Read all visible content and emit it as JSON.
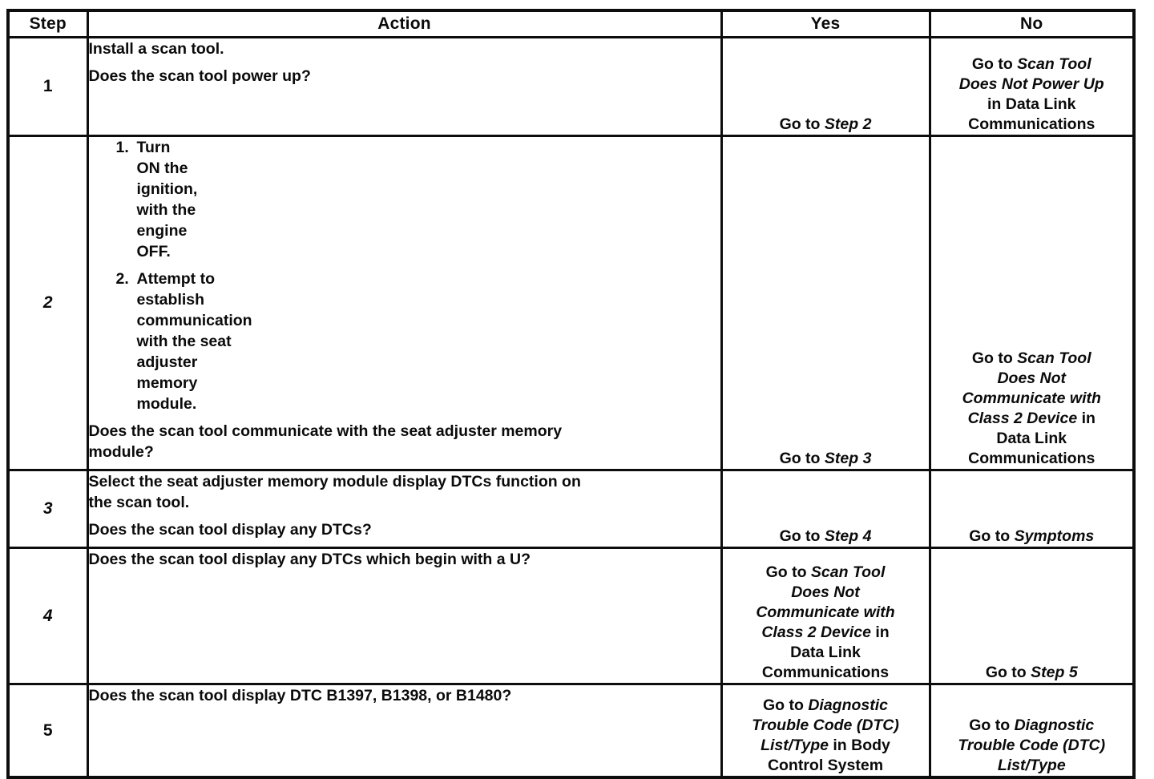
{
  "colors": {
    "background": "#ffffff",
    "text": "#0b0b0b",
    "border": "#0d0d0d"
  },
  "table": {
    "columns": [
      {
        "label": "Step"
      },
      {
        "label": "Action"
      },
      {
        "label": "Yes"
      },
      {
        "label": "No"
      }
    ],
    "rows": [
      {
        "step": "1",
        "step_italic": false,
        "action": [
          {
            "kind": "p",
            "lines": [
              "Install a scan tool."
            ]
          },
          {
            "kind": "p",
            "lines": [
              "Does the scan tool power up?"
            ]
          }
        ],
        "yes": [
          [
            {
              "t": "Go to ",
              "i": false
            },
            {
              "t": "Step 2",
              "i": true
            }
          ]
        ],
        "no": [
          [
            {
              "t": "Go to ",
              "i": false
            },
            {
              "t": "Scan Tool",
              "i": true
            }
          ],
          [
            {
              "t": "Does Not Power Up",
              "i": true
            }
          ],
          [
            {
              "t": "in Data Link",
              "i": false
            }
          ],
          [
            {
              "t": "Communications",
              "i": false
            }
          ]
        ]
      },
      {
        "step": "2",
        "step_italic": true,
        "action": [
          {
            "kind": "num",
            "n": "1.",
            "lines": [
              "Turn ON the ignition, with the engine OFF."
            ]
          },
          {
            "kind": "num",
            "n": "2.",
            "lines": [
              "Attempt to establish communication with the seat adjuster",
              "memory module."
            ]
          },
          {
            "kind": "p",
            "lines": [
              "Does the scan tool communicate with the seat adjuster memory",
              "module?"
            ]
          }
        ],
        "yes": [
          [
            {
              "t": "Go to ",
              "i": false
            },
            {
              "t": "Step 3",
              "i": true
            }
          ]
        ],
        "no": [
          [
            {
              "t": "Go to ",
              "i": false
            },
            {
              "t": "Scan Tool",
              "i": true
            }
          ],
          [
            {
              "t": "Does Not",
              "i": true
            }
          ],
          [
            {
              "t": "Communicate with",
              "i": true
            }
          ],
          [
            {
              "t": "Class 2 Device",
              "i": true
            },
            {
              "t": " in",
              "i": false
            }
          ],
          [
            {
              "t": "Data Link",
              "i": false
            }
          ],
          [
            {
              "t": "Communications",
              "i": false
            }
          ]
        ]
      },
      {
        "step": "3",
        "step_italic": true,
        "action": [
          {
            "kind": "p",
            "lines": [
              "Select the seat adjuster memory module display DTCs function on",
              "the scan tool."
            ]
          },
          {
            "kind": "p",
            "lines": [
              "Does the scan tool display any DTCs?"
            ]
          }
        ],
        "yes": [
          [
            {
              "t": "Go to ",
              "i": false
            },
            {
              "t": "Step 4",
              "i": true
            }
          ]
        ],
        "no": [
          [
            {
              "t": "Go to ",
              "i": false
            },
            {
              "t": "Symptoms",
              "i": true
            }
          ]
        ]
      },
      {
        "step": "4",
        "step_italic": true,
        "action": [
          {
            "kind": "p",
            "lines": [
              "Does the scan tool display any DTCs which begin with a U?"
            ]
          }
        ],
        "yes": [
          [
            {
              "t": "Go to ",
              "i": false
            },
            {
              "t": "Scan Tool",
              "i": true
            }
          ],
          [
            {
              "t": "Does Not",
              "i": true
            }
          ],
          [
            {
              "t": "Communicate with",
              "i": true
            }
          ],
          [
            {
              "t": "Class 2 Device",
              "i": true
            },
            {
              "t": " in",
              "i": false
            }
          ],
          [
            {
              "t": "Data Link",
              "i": false
            }
          ],
          [
            {
              "t": "Communications",
              "i": false
            }
          ]
        ],
        "no": [
          [
            {
              "t": "Go to ",
              "i": false
            },
            {
              "t": "Step 5",
              "i": true
            }
          ]
        ]
      },
      {
        "step": "5",
        "step_italic": false,
        "action": [
          {
            "kind": "p",
            "lines": [
              "Does the scan tool display DTC B1397, B1398, or B1480?"
            ]
          }
        ],
        "yes": [
          [
            {
              "t": "Go to ",
              "i": false
            },
            {
              "t": "Diagnostic",
              "i": true
            }
          ],
          [
            {
              "t": "Trouble Code (DTC)",
              "i": true
            }
          ],
          [
            {
              "t": "List/Type",
              "i": true
            },
            {
              "t": " in Body",
              "i": false
            }
          ],
          [
            {
              "t": "Control System",
              "i": false
            }
          ]
        ],
        "no": [
          [
            {
              "t": "Go to ",
              "i": false
            },
            {
              "t": "Diagnostic",
              "i": true
            }
          ],
          [
            {
              "t": "Trouble Code (DTC)",
              "i": true
            }
          ],
          [
            {
              "t": "List/Type",
              "i": true
            }
          ]
        ]
      }
    ]
  }
}
